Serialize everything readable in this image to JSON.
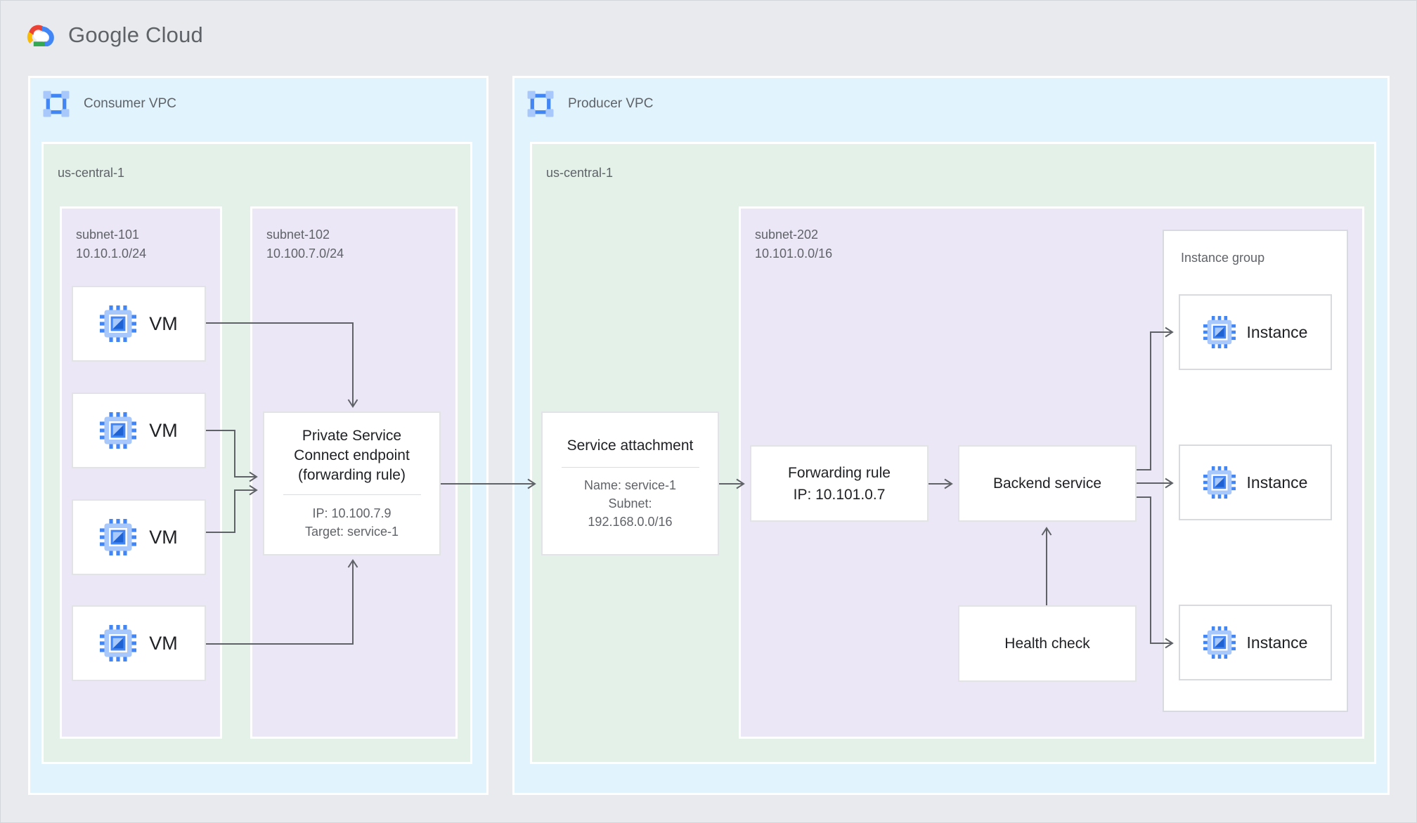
{
  "brand": {
    "logo_text": "Google Cloud"
  },
  "consumer_vpc": {
    "label": "Consumer VPC",
    "region": {
      "label": "us-central-1",
      "subnet_101": {
        "name": "subnet-101",
        "cidr": "10.10.1.0/24",
        "vms": [
          "VM",
          "VM",
          "VM",
          "VM"
        ]
      },
      "subnet_102": {
        "name": "subnet-102",
        "cidr": "10.100.7.0/24",
        "psc_endpoint": {
          "title_lines": [
            "Private Service",
            "Connect endpoint",
            "(forwarding rule)"
          ],
          "ip": "IP: 10.100.7.9",
          "target": "Target: service-1"
        }
      }
    }
  },
  "producer_vpc": {
    "label": "Producer VPC",
    "region": {
      "label": "us-central-1",
      "service_attachment": {
        "title": "Service attachment",
        "details": [
          "Name: service-1",
          "Subnet:",
          "192.168.0.0/16"
        ]
      },
      "subnet_202": {
        "name": "subnet-202",
        "cidr": "10.101.0.0/16",
        "forwarding_rule": {
          "title": "Forwarding rule",
          "ip": "IP: 10.101.0.7"
        },
        "backend_service": {
          "title": "Backend service"
        },
        "health_check": {
          "title": "Health check"
        },
        "instance_group": {
          "label": "Instance group",
          "instances": [
            "Instance",
            "Instance",
            "Instance"
          ]
        }
      }
    }
  },
  "icons": {
    "vpc": "vpc-network-icon",
    "vm": "compute-engine-chip-icon",
    "cloud_logo": "google-cloud-logo-icon"
  },
  "colors": {
    "canvas_gray": "#e8eaed",
    "vpc_fill": "#e1f3fd",
    "region_fill": "#e3f1e9",
    "subnet_fill": "#ece7f6",
    "arrow": "#5f6368",
    "node_title": "#202124",
    "secondary_text": "#5f6368",
    "google_blue": "#4285f4",
    "google_blue_light": "#a8c7fa",
    "google_red": "#ea4335",
    "google_yellow": "#fbbc05",
    "google_green": "#34a853"
  }
}
